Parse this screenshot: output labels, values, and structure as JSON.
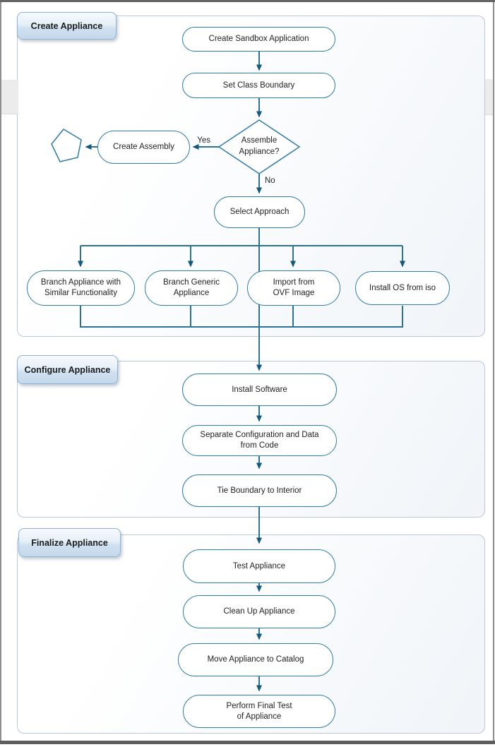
{
  "diagram": {
    "sections": [
      {
        "label": "Create Appliance"
      },
      {
        "label": "Configure Appliance"
      },
      {
        "label": "Finalize Appliance"
      }
    ],
    "nodes": {
      "create_sandbox": "Create Sandbox Application",
      "set_class_boundary": "Set Class Boundary",
      "assemble_appliance": "Assemble\nAppliance?",
      "create_assembly": "Create Assembly",
      "select_approach": "Select Approach",
      "branch_similar": "Branch Appliance with\nSimilar Functionality",
      "branch_generic": "Branch Generic\nAppliance",
      "import_ovf": "Import from\nOVF Image",
      "install_os": "Install OS from iso",
      "install_software": "Install Software",
      "separate_config": "Separate Configuration and Data\nfrom Code",
      "tie_boundary": "Tie Boundary to Interior",
      "test_appliance": "Test Appliance",
      "clean_up": "Clean Up Appliance",
      "move_to_catalog": "Move Appliance to Catalog",
      "perform_final_test": "Perform Final Test\nof Appliance"
    },
    "edge_labels": {
      "yes": "Yes",
      "no": "No"
    },
    "colors": {
      "connector": "#2b7296",
      "arrowhead": "#135a7d",
      "node_border": "#2e7ca8",
      "node_fill": "#ffffff",
      "section_border": "#bcc8d8",
      "label_border": "#8fb3d3",
      "label_gradient_top": "#f7fafd",
      "label_gradient_bottom": "#c5d9ec"
    }
  }
}
